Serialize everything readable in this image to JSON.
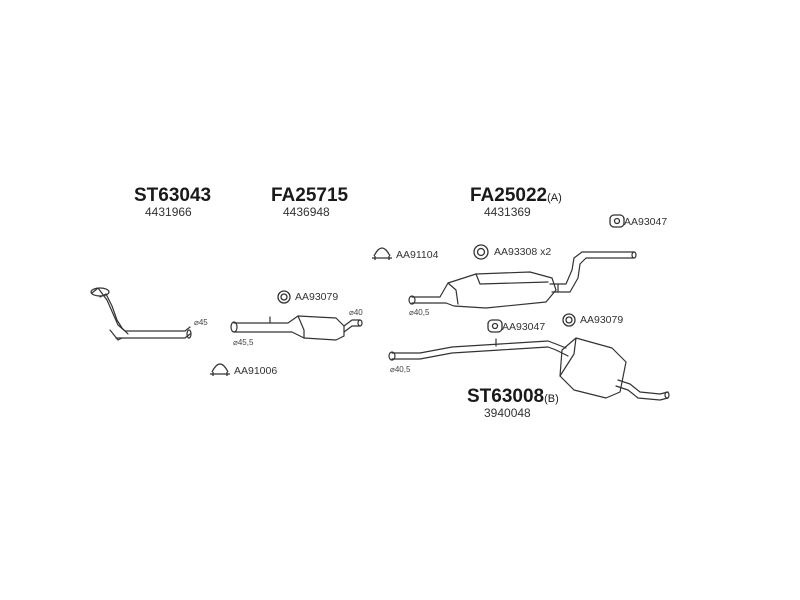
{
  "groups": {
    "st63043": {
      "part": "ST63043",
      "oem": "4431966"
    },
    "fa25715": {
      "part": "FA25715",
      "oem": "4436948"
    },
    "fa25022": {
      "part": "FA25022",
      "suffix": "(A)",
      "oem": "4431369"
    },
    "st63008": {
      "part": "ST63008",
      "suffix": "(B)",
      "oem": "3940048"
    }
  },
  "accessories": {
    "clamp_1": "AA91104",
    "clamp_2": "AA91006",
    "ring_1": "AA93308 x2",
    "ring_2": "AA93079",
    "ring_3": "AA93079",
    "hanger_1": "AA93047",
    "hanger_2": "AA93047"
  },
  "dimensions": {
    "d1": "⌀45",
    "d2": "⌀45,5",
    "d3": "⌀40",
    "d4": "⌀40,5",
    "d5": "⌀40,5"
  },
  "colors": {
    "line": "#333333",
    "fill": "#ffffff"
  }
}
